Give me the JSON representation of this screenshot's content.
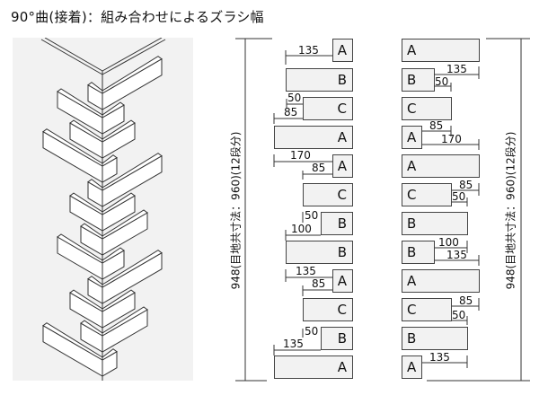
{
  "title": "90°曲(接着)：組み合わせによるズラシ幅",
  "total_dimension_label": "948(目地共寸法：960)(12段分)",
  "middle_column": {
    "pieces": [
      "A",
      "B",
      "C",
      "A",
      "A",
      "C",
      "B",
      "B",
      "A",
      "C",
      "B",
      "A"
    ],
    "dimensions": [
      "135",
      "50",
      "85",
      "170",
      "85",
      "50",
      "100",
      "135",
      "85",
      "50",
      "135"
    ]
  },
  "right_column": {
    "pieces": [
      "A",
      "B",
      "C",
      "A",
      "A",
      "C",
      "B",
      "B",
      "A",
      "C",
      "B",
      "A"
    ],
    "dimensions": [
      "135",
      "50",
      "85",
      "170",
      "85",
      "50",
      "100",
      "135",
      "85",
      "50",
      "135"
    ]
  }
}
